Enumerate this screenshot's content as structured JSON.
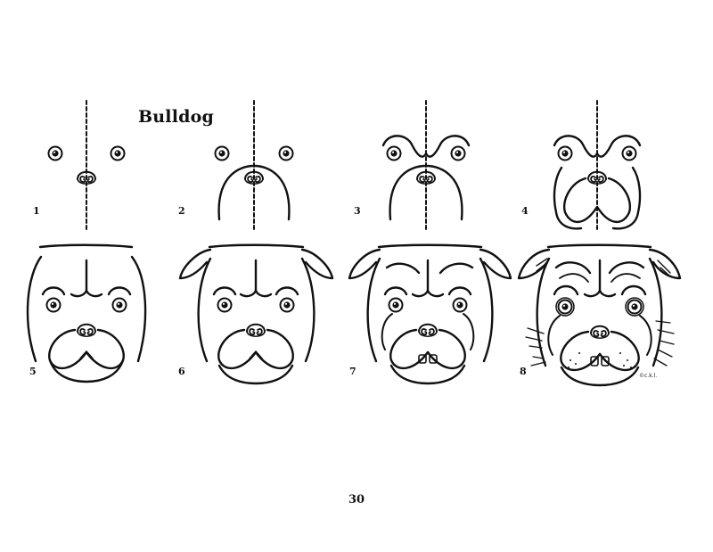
{
  "title": "Bulldog",
  "steps": [
    "1",
    "2",
    "3",
    "4",
    "5",
    "6",
    "7",
    "8"
  ],
  "page_number": "30",
  "signature": "©c.k.l.",
  "figures": [
    {
      "step": "1",
      "icons": [
        "eye-icon",
        "nose-icon",
        "guide-line"
      ]
    },
    {
      "step": "2",
      "icons": [
        "eye-icon",
        "nose-icon",
        "muzzle-arc"
      ]
    },
    {
      "step": "3",
      "icons": [
        "brow-icon",
        "eye-icon",
        "muzzle-arc"
      ]
    },
    {
      "step": "4",
      "icons": [
        "brow-icon",
        "jowl-icon"
      ]
    },
    {
      "step": "5",
      "icons": [
        "head-outline"
      ]
    },
    {
      "step": "6",
      "icons": [
        "ear-icon",
        "head-outline"
      ]
    },
    {
      "step": "7",
      "icons": [
        "ear-icon",
        "teeth-icon"
      ]
    },
    {
      "step": "8",
      "icons": [
        "bulldog-face-shaded"
      ]
    }
  ]
}
